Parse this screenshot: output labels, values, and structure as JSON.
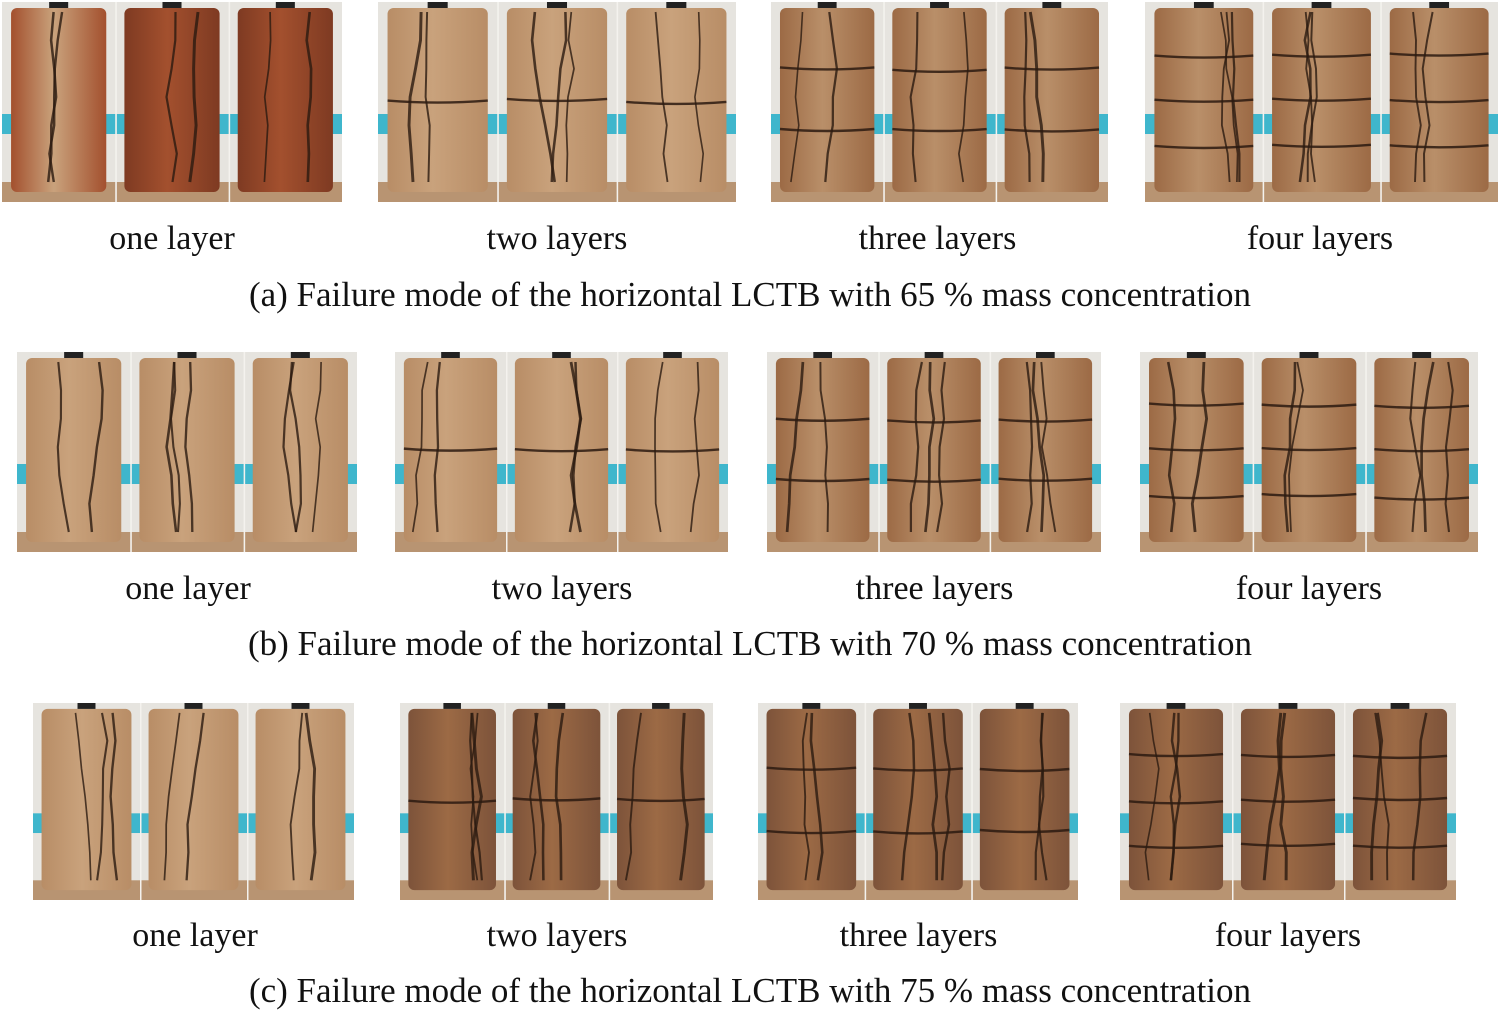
{
  "rows": [
    {
      "labels": [
        "one layer",
        "two layers",
        "three layers",
        "four layers"
      ],
      "caption": "(a) Failure mode of the horizontal LCTB with 65 % mass concentration",
      "layers": [
        1,
        2,
        3,
        4
      ]
    },
    {
      "labels": [
        "one layer",
        "two layers",
        "three layers",
        "four layers"
      ],
      "caption": "(b) Failure mode of the horizontal LCTB with 70 % mass concentration",
      "layers": [
        1,
        2,
        3,
        4
      ]
    },
    {
      "labels": [
        "one layer",
        "two layers",
        "three layers",
        "four layers"
      ],
      "caption": "(c) Failure mode of the horizontal LCTB with 75 % mass concentration",
      "layers": [
        1,
        2,
        3,
        4
      ]
    }
  ],
  "colors": {
    "specimen_light": "#c9a27c",
    "specimen_dark": "#9c6a45",
    "specimen_red": "#a3502e",
    "background_cyan": "#3fb6cc",
    "background_wall": "#e6e4df",
    "crack": "#2b1a10"
  }
}
